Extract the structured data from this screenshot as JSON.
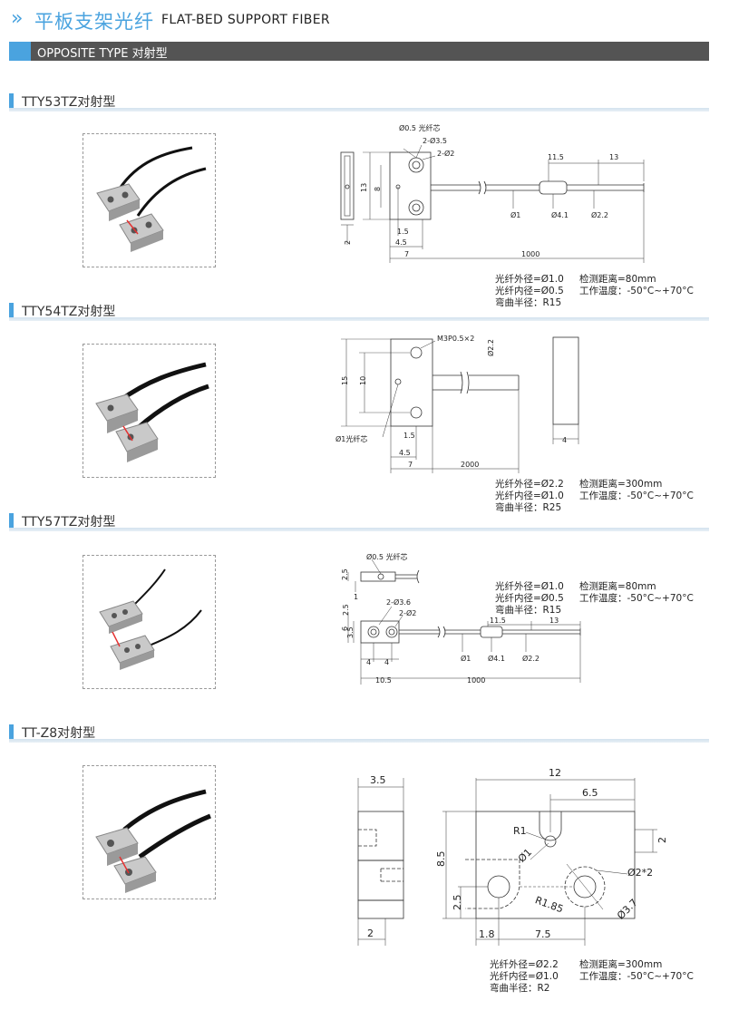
{
  "header": {
    "title_cn": "平板支架光纤",
    "title_en": "FLAT-BED SUPPORT FIBER",
    "type_label": "OPPOSITE TYPE 对射型"
  },
  "colors": {
    "accent": "#4aa3df",
    "bar": "#545454"
  },
  "sections": [
    {
      "title": "TTY53TZ对射型",
      "specs": {
        "outer": "光纤外径=Ø1.0",
        "inner": "光纤内径=Ø0.5",
        "bend": "弯曲半径：R15",
        "distance": "检测距离=80mm",
        "temp": "工作温度：-50°C~+70°C"
      },
      "dims": {
        "core": "Ø0.5 光纤芯",
        "hole": "2-Ø3.5",
        "pin": "2-Ø2",
        "d11_5": "11.5",
        "d13": "13",
        "h13": "13",
        "h8": "8",
        "d1_5": "1.5",
        "d4_5": "4.5",
        "d7": "7",
        "d1000": "1000",
        "f1": "Ø1",
        "f41": "Ø4.1",
        "f22": "Ø2.2",
        "t2": "2"
      }
    },
    {
      "title": "TTY54TZ对射型",
      "specs": {
        "outer": "光纤外径=Ø2.2",
        "inner": "光纤内径=Ø1.0",
        "bend": "弯曲半径：R25",
        "distance": "检测距离=300mm",
        "temp": "工作温度：-50°C~+70°C"
      },
      "dims": {
        "screw": "M3P0.5×2",
        "fiber": "Ø2.2",
        "h15": "15",
        "h10": "10",
        "core": "Ø1光纤芯",
        "d1_5": "1.5",
        "d4_5": "4.5",
        "d7": "7",
        "d2000": "2000",
        "t4": "4"
      }
    },
    {
      "title": "TTY57TZ对射型",
      "specs": {
        "outer": "光纤外径=Ø1.0",
        "inner": "光纤内径=Ø0.5",
        "bend": "弯曲半径：R15",
        "distance": "检测距离=80mm",
        "temp": "工作温度：-50°C~+70°C"
      },
      "dims": {
        "core": "Ø0.5 光纤芯",
        "t2_5": "2.5",
        "t1": "1",
        "hole": "2-Ø3.6",
        "pin": "2-Ø2",
        "h2_5": "2.5",
        "h6": "6",
        "h3_5": "3.5",
        "d4a": "4",
        "d4b": "4",
        "d10_5": "10.5",
        "d1000": "1000",
        "d11_5": "11.5",
        "d13": "13",
        "f1": "Ø1",
        "f41": "Ø4.1",
        "f22": "Ø2.2"
      }
    },
    {
      "title": "TT-Z8对射型",
      "specs": {
        "outer": "光纤外径=Ø2.2",
        "inner": "光纤内径=Ø1.0",
        "bend": "弯曲半径：R2",
        "distance": "检测距离=300mm",
        "temp": "工作温度：-50°C~+70°C"
      },
      "dims": {
        "w3_5": "3.5",
        "w2": "2",
        "w12": "12",
        "w6_5": "6.5",
        "h8_5": "8.5",
        "h2": "2",
        "r1": "R1",
        "d1": "Ø1",
        "h2_5": "2.5",
        "r185": "R1.85",
        "d22": "Ø2*2",
        "d37": "Ø3.7",
        "w1_8": "1.8",
        "w7_5": "7.5"
      }
    }
  ]
}
